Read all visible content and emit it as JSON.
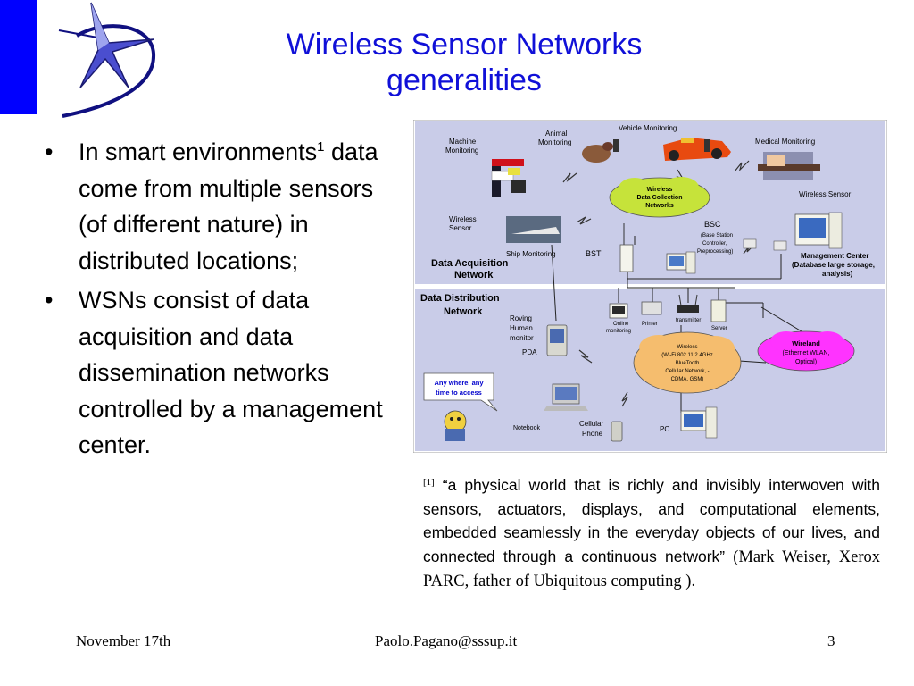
{
  "slide": {
    "title_line1": "Wireless Sensor Networks",
    "title_line2": "generalities"
  },
  "bullets": {
    "b1_part1": "In smart environments",
    "b1_sup": "1",
    "b1_part2": " data come from multiple sensors (of different nature) in distributed locations;",
    "b2": " WSNs consist of data acquisition and data dissemination networks controlled by a management center."
  },
  "diagram": {
    "acquisition": {
      "section_label_line1": "Data Acquisition",
      "section_label_line2": "Network",
      "machine_monitoring_line1": "Machine",
      "machine_monitoring_line2": "Monitoring",
      "animal_monitoring_line1": "Animal",
      "animal_monitoring_line2": "Monitoring",
      "vehicle_monitoring": "Vehicle Monitoring",
      "medical_monitoring": "Medical Monitoring",
      "wireless_sensor_right": "Wireless Sensor",
      "wireless_sensor_left_line1": "Wireless",
      "wireless_sensor_left_line2": "Sensor",
      "ship_monitoring": "Ship Monitoring",
      "cloud_line1": "Wireless",
      "cloud_line2": "Data Collection",
      "cloud_line3": "Networks",
      "bst": "BST",
      "bsc": "BSC",
      "bsc_desc_line1": "(Base Station",
      "bsc_desc_line2": "Controller,",
      "bsc_desc_line3": "Preprocessing)",
      "mgmt_line1": "Management Center",
      "mgmt_line2": "(Database large storage,",
      "mgmt_line3": "analysis)"
    },
    "distribution": {
      "section_label_line1": "Data Distribution",
      "section_label_line2": "Network",
      "roving_line1": "Roving",
      "roving_line2": "Human",
      "roving_line3": "monitor",
      "pda": "PDA",
      "online_line1": "Online",
      "online_line2": "monitoring",
      "printer": "Printer",
      "transmitter": "transmitter",
      "server": "Server",
      "cloud_line1": "Wireless",
      "cloud_line2": "(Wi-Fi 802.11 2.4GHz",
      "cloud_line3": "BlueTooth",
      "cloud_line4": "Cellular Network, -",
      "cloud_line5": "CDMA, GSM)",
      "wireland_line1": "Wireland",
      "wireland_line2": "(Ethernet WLAN,",
      "wireland_line3": "Optical)",
      "anywhere_line1": "Any where, any",
      "anywhere_line2": "time to access",
      "notebook": "Notebook",
      "cellular_line1": "Cellular",
      "cellular_line2": "Phone",
      "pc": "PC"
    }
  },
  "footnote": {
    "mark": "[1]",
    "quote": " “a physical world that is richly and invisibly interwoven with sensors, actuators, displays, and computational elements, embedded seamlessly in the everyday objects of our lives, and connected through a continuous network” ",
    "attribution": "(Mark Weiser, Xerox PARC, father of Ubiquitous computing )."
  },
  "footer": {
    "date": "November 17th",
    "email": "Paolo.Pagano@sssup.it",
    "page": "3"
  },
  "colors": {
    "title": "#1010d8",
    "bar": "#0000ff",
    "panel": "#c9cce8",
    "cloud": "#c6e33a",
    "wireland": "#ff33ff"
  }
}
